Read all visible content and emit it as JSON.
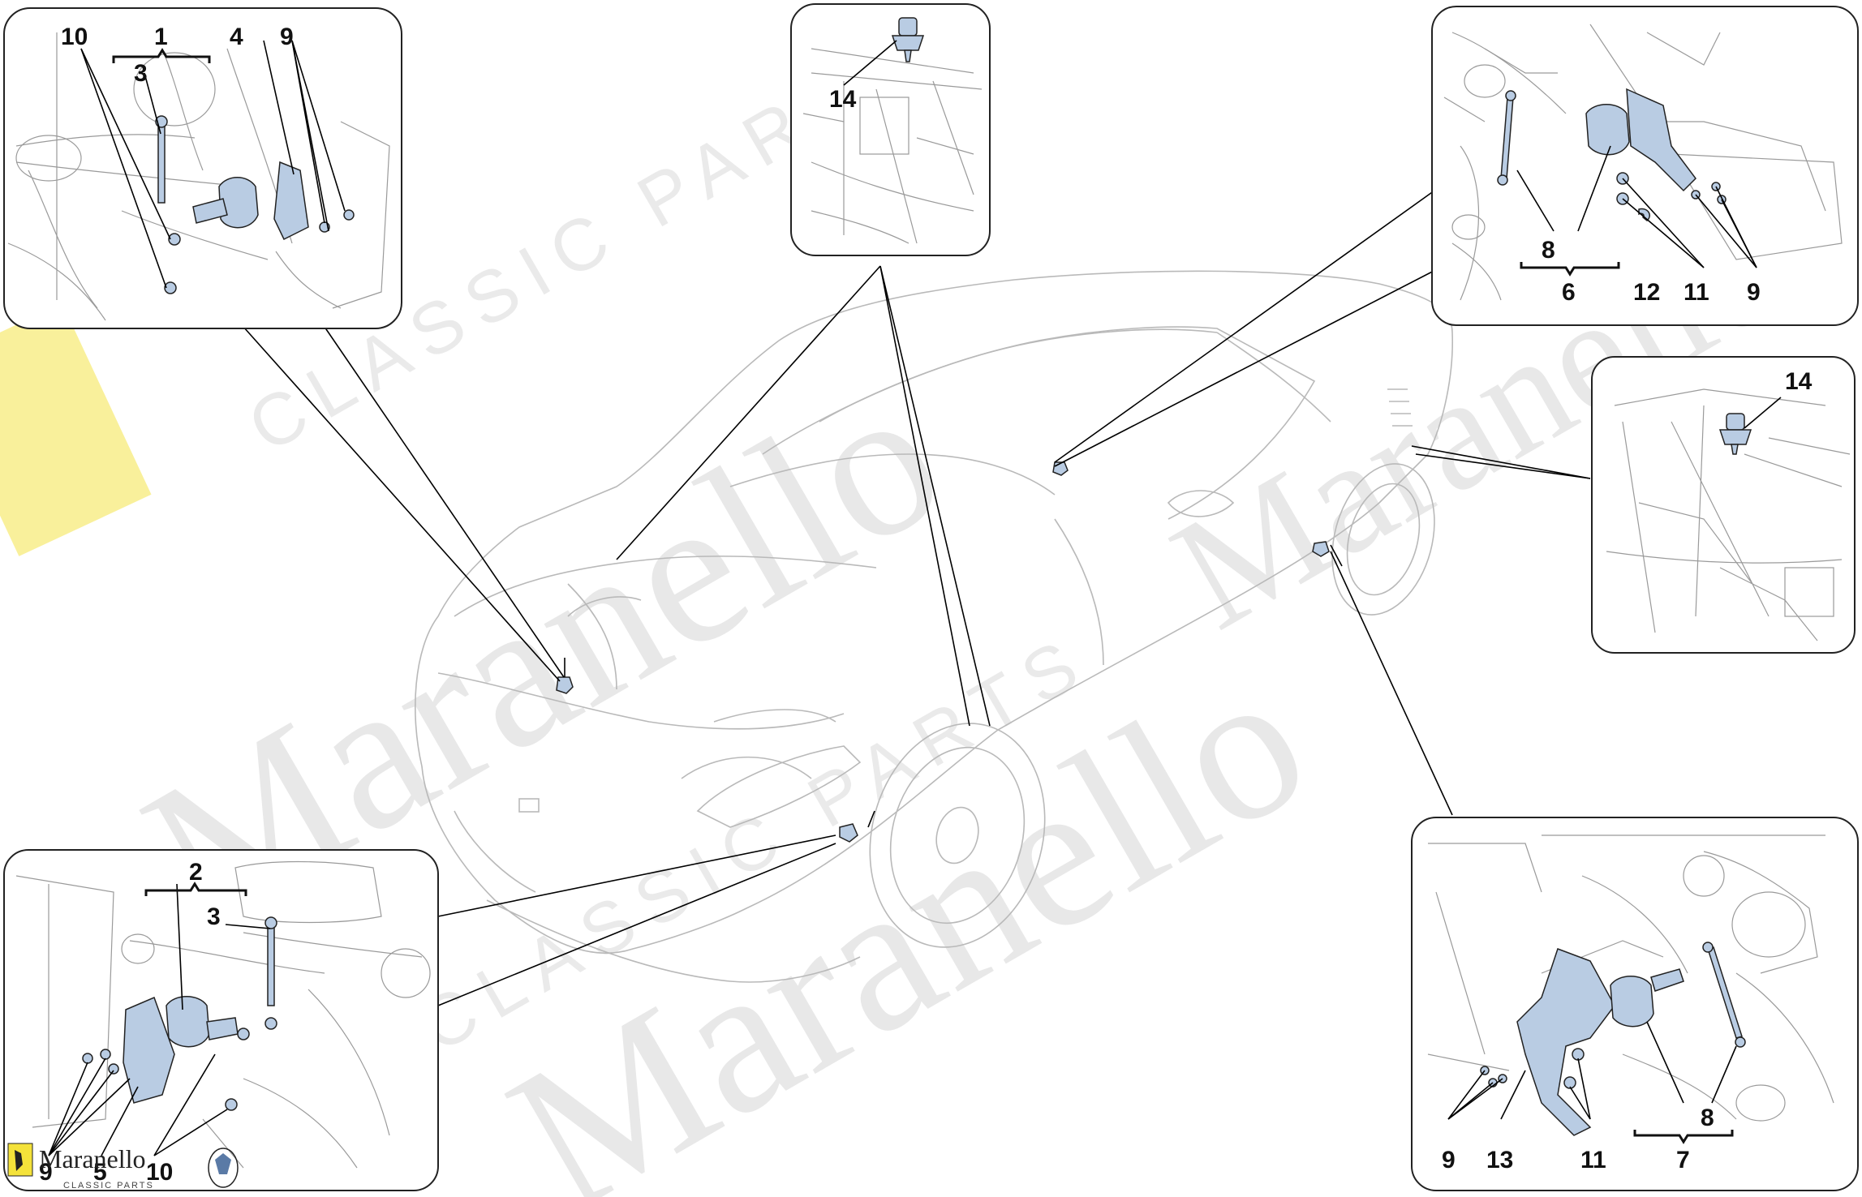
{
  "watermark": {
    "brand": "Maranello",
    "sub": "CLASSIC PARTS"
  },
  "logo": {
    "name": "Maranello",
    "sub": "CLASSIC PARTS",
    "colors": {
      "yellow": "#f4e23a",
      "red": "#d93a2b",
      "green": "#3a9a4a"
    }
  },
  "colors": {
    "part_fill": "#b9cce3",
    "outline": "#222222",
    "car_line": "#b9b9b9"
  },
  "callouts": {
    "tl": {
      "n10": "10",
      "n1": "1",
      "n3": "3",
      "n4": "4",
      "n9": "9"
    },
    "tc": {
      "n14": "14"
    },
    "tr": {
      "n8": "8",
      "n6": "6",
      "n12": "12",
      "n11": "11",
      "n9": "9"
    },
    "mr": {
      "n14": "14"
    },
    "bl": {
      "n2": "2",
      "n3": "3",
      "n9": "9",
      "n5": "5",
      "n10": "10"
    },
    "br": {
      "n9": "9",
      "n13": "13",
      "n11": "11",
      "n7": "7",
      "n8": "8"
    }
  }
}
